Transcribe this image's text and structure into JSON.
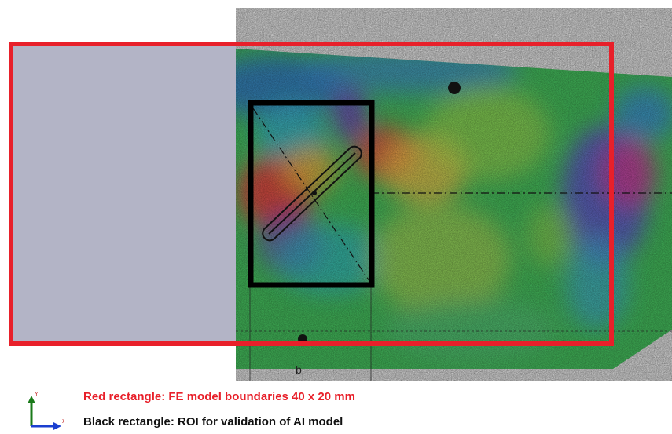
{
  "colors": {
    "fe_boundary": "#e8202a",
    "roi": "#000000",
    "blank_region": "#b3b4c6",
    "axis_y": "#1a7a1a",
    "axis_x": "#1b3fd0",
    "axis_label": "#c02020"
  },
  "legend": {
    "red_text": "Red rectangle: FE model boundaries 40 x 20 mm",
    "black_text": "Black rectangle: ROI for validation of AI model"
  },
  "axes": {
    "y_label": "Y",
    "x_label": "X"
  },
  "speckle_letter": "b",
  "icons": {
    "axes": "xy-axes-icon"
  }
}
